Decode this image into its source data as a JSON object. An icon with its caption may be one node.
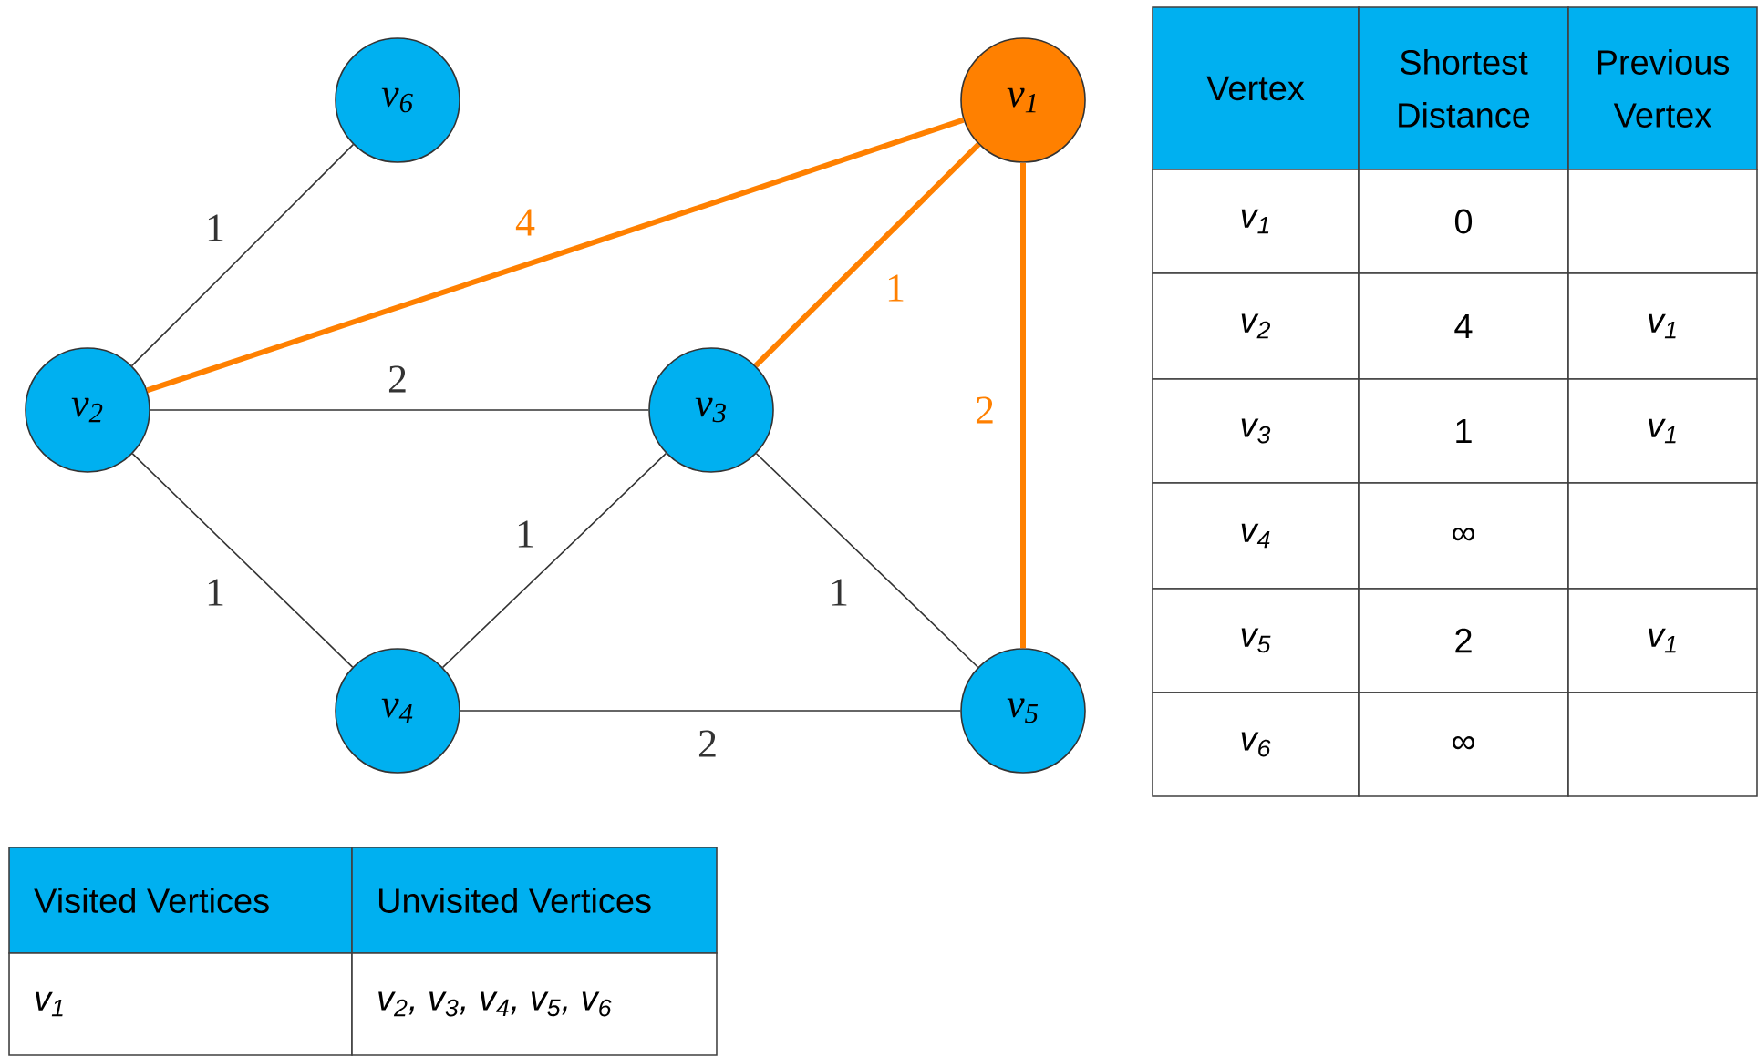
{
  "diagram": {
    "nodes": [
      {
        "text": [
          "v$_{6}$"
        ]
      },
      {
        "text": [
          "v$_{1}$"
        ]
      },
      {
        "text": [
          "v$_{2}$"
        ]
      },
      {
        "text": [
          "v$_{3}$"
        ]
      },
      {
        "text": [
          "v$_{4}$"
        ]
      },
      {
        "text": [
          "v$_{5}$"
        ]
      }
    ],
    "edges": [
      {
        "from": 2,
        "to": 0,
        "arrow": "none",
        "label": "1"
      },
      {
        "from": 2,
        "to": 1,
        "arrow": "none",
        "label": "4",
        "style": "thick",
        "color": "#ff8000"
      },
      {
        "from": 2,
        "to": 3,
        "arrow": "none",
        "label": "2"
      },
      {
        "from": 1,
        "to": 3,
        "arrow": "none",
        "label": "1",
        "style": "thick",
        "color": "#ff8000"
      },
      {
        "from": 1,
        "to": 5,
        "arrow": "none",
        "label": "2",
        "style": "thick",
        "color": "#ff8000"
      },
      {
        "from": 2,
        "to": 4,
        "arrow": "none",
        "label": "1"
      },
      {
        "from": 4,
        "to": 3,
        "arrow": "none",
        "label": "1"
      },
      {
        "from": 3,
        "to": 5,
        "arrow": "none",
        "label": "1"
      },
      {
        "from": 4,
        "to": 5,
        "arrow": "none",
        "label": "2"
      }
    ],
    "labels": [
      "Vertex",
      "Shortest Distance",
      "Previous Vertex",
      "v$_{1}$",
      "0",
      "v$_{2}$",
      "4",
      "v$_{1}$",
      "v$_{3}$",
      "1",
      "v$_{1}$",
      "v$_{4}$",
      "∞",
      "v$_{5}$",
      "2",
      "v$_{1}$",
      "v$_{6}$",
      "∞",
      "Visited Vertices",
      "Unvisited Vertices",
      "v$_{1}$",
      "v$_{2}$, v$_{3}$, v$_{4}$, v$_{5}$, v$_{6}$"
    ]
  }
}
